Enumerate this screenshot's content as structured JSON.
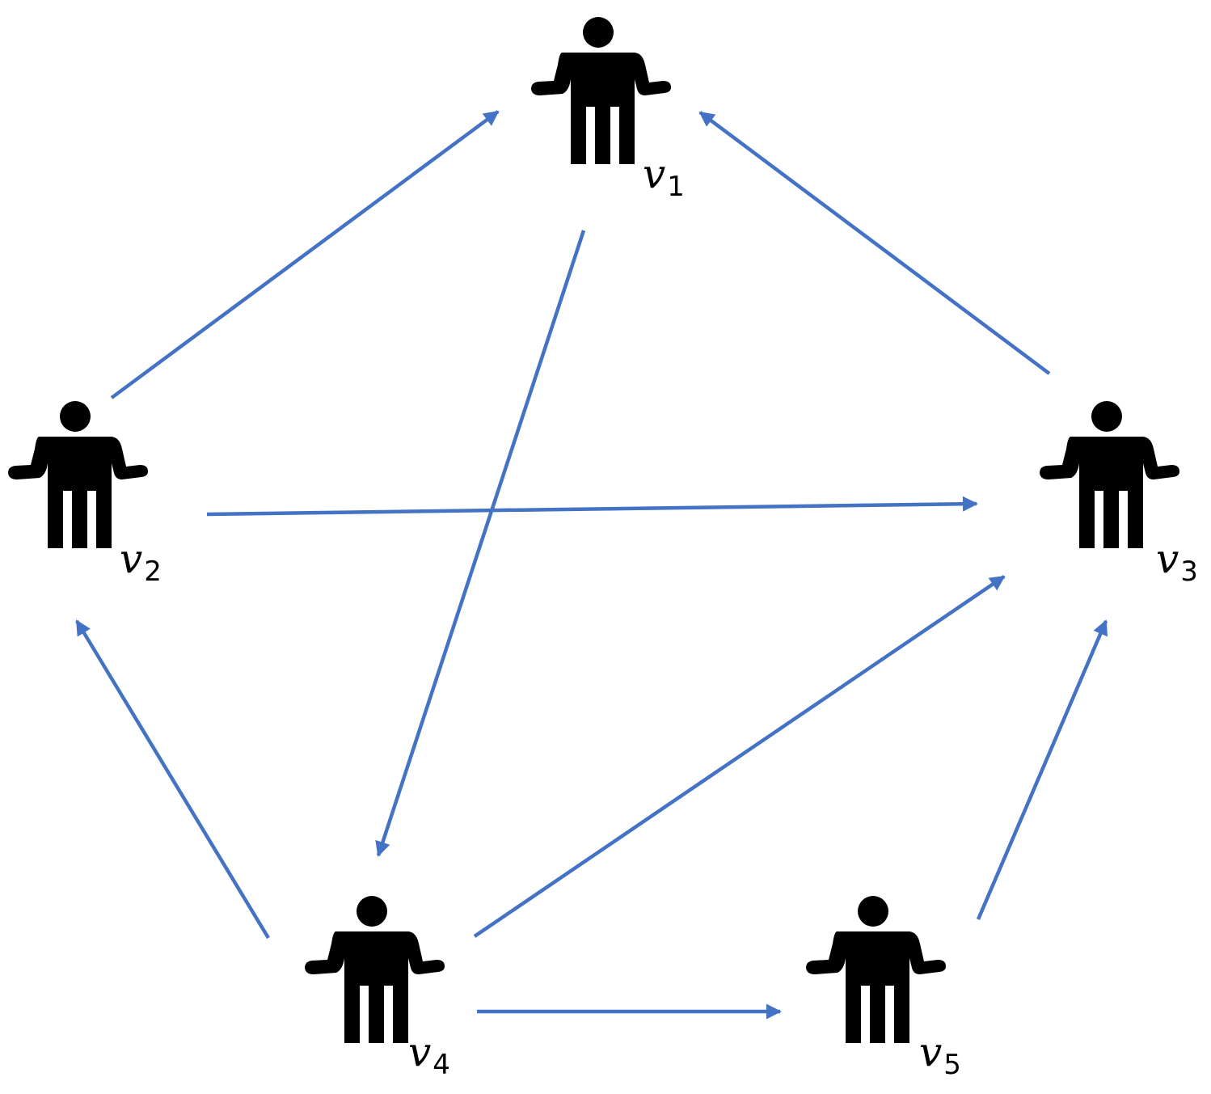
{
  "colors": {
    "edge": "#4472C4",
    "figure": "#000000",
    "background": "#ffffff"
  },
  "icon": "person-shrugging-icon",
  "nodes": [
    {
      "id": "v1",
      "base": "v",
      "subscript": "1"
    },
    {
      "id": "v2",
      "base": "v",
      "subscript": "2"
    },
    {
      "id": "v3",
      "base": "v",
      "subscript": "3"
    },
    {
      "id": "v4",
      "base": "v",
      "subscript": "4"
    },
    {
      "id": "v5",
      "base": "v",
      "subscript": "5"
    }
  ],
  "edges": [
    {
      "from": "v2",
      "to": "v1"
    },
    {
      "from": "v3",
      "to": "v1"
    },
    {
      "from": "v1",
      "to": "v4"
    },
    {
      "from": "v2",
      "to": "v3"
    },
    {
      "from": "v4",
      "to": "v2"
    },
    {
      "from": "v4",
      "to": "v3"
    },
    {
      "from": "v5",
      "to": "v3"
    },
    {
      "from": "v4",
      "to": "v5"
    }
  ]
}
